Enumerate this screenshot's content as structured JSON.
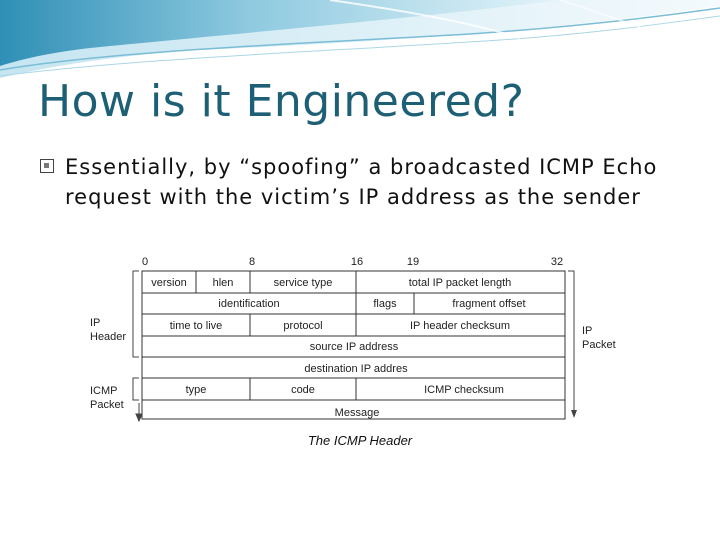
{
  "slide": {
    "title": "How is it Engineered?",
    "bullet_icon": "box-bullet-icon",
    "bullet_text": "Essentially, by “spoofing” a broadcasted ICMP Echo request with the victim’s IP address as the sender"
  },
  "figure": {
    "caption": "The ICMP Header",
    "bit_markers": [
      "0",
      "8",
      "16",
      "19",
      "32"
    ],
    "rows": [
      [
        "version",
        "hlen",
        "service type",
        "total IP packet length"
      ],
      [
        "identification",
        "flags",
        "fragment offset"
      ],
      [
        "time to live",
        "protocol",
        "IP header checksum"
      ],
      [
        "source IP address"
      ],
      [
        "destination IP addres"
      ],
      [
        "type",
        "code",
        "ICMP checksum"
      ]
    ],
    "message_label": "Message",
    "left_labels": {
      "ip_header": [
        "IP",
        "Header"
      ],
      "icmp_packet": [
        "ICMP",
        "Packet"
      ]
    },
    "right_labels": {
      "ip_packet": [
        "IP",
        "Packet"
      ]
    }
  },
  "colors": {
    "title": "#1d5f74",
    "swoosh_light": "#d4ecf5",
    "swoosh_mid": "#8fcae0",
    "swoosh_dark": "#4aa3c4"
  }
}
